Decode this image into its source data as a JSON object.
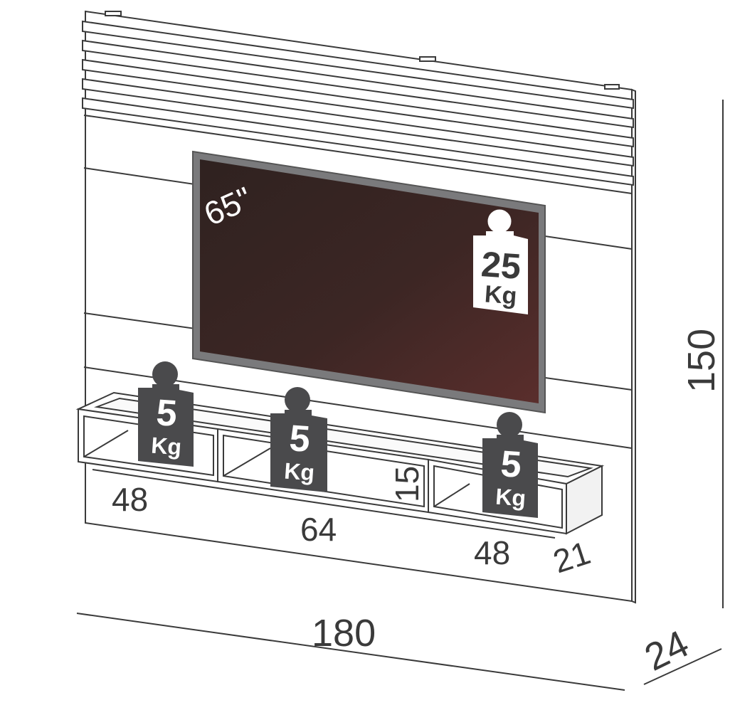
{
  "diagram": {
    "tv": {
      "size_label": "65\""
    },
    "weights": {
      "tv": {
        "value": "25",
        "unit": "Kg"
      },
      "shelf_left": {
        "value": "5",
        "unit": "Kg"
      },
      "shelf_middle": {
        "value": "5",
        "unit": "Kg"
      },
      "shelf_right": {
        "value": "5",
        "unit": "Kg"
      }
    },
    "dimensions": {
      "total_width": "180",
      "total_height": "150",
      "depth": "24",
      "left_module_width": "48",
      "middle_module_width": "64",
      "right_module_width": "48",
      "module_height": "15",
      "module_depth": "21"
    },
    "colors": {
      "line": "#3a3a3a",
      "panel": "#ffffff",
      "tv_frame": "#7a7a7c",
      "tv_screen": "#3a2422",
      "weight_tag": "#4a4a4c"
    }
  }
}
